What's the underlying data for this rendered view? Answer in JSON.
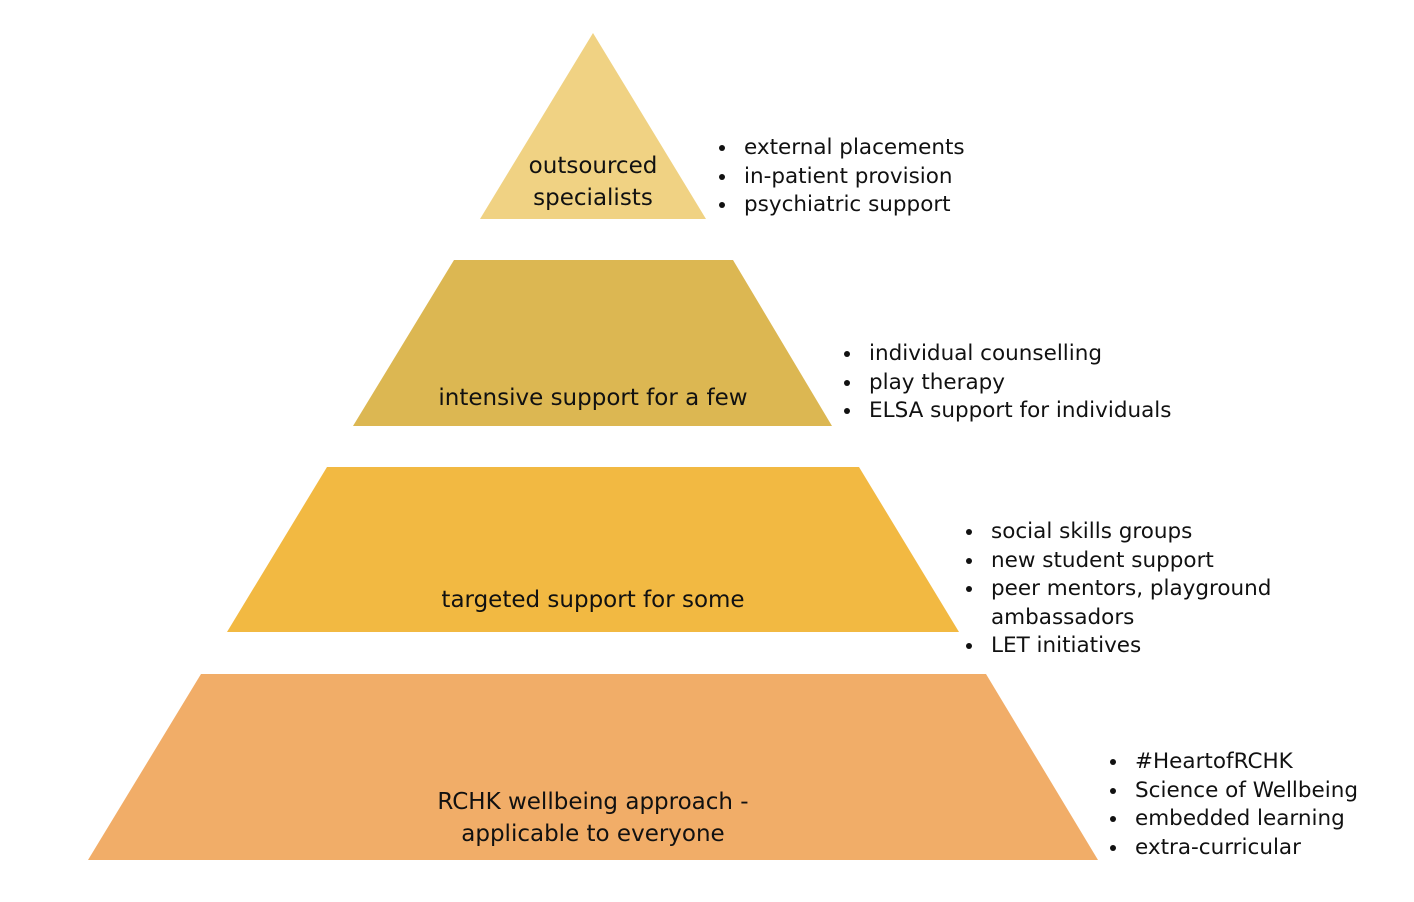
{
  "colors": {
    "tier1": "#F0D283",
    "tier2": "#DCB752",
    "tier3": "#F2B942",
    "tier4": "#F1AD68"
  },
  "tiers": [
    {
      "label_lines": [
        "outsourced",
        "specialists"
      ],
      "items": [
        "external placements",
        "in-patient provision",
        "psychiatric support"
      ]
    },
    {
      "label_lines": [
        "intensive support for a few"
      ],
      "items": [
        "individual counselling",
        "play therapy",
        "ELSA support for individuals"
      ]
    },
    {
      "label_lines": [
        "targeted support for some"
      ],
      "items": [
        "social skills groups",
        "new student support",
        "peer mentors, playground ambassadors",
        "LET initiatives"
      ]
    },
    {
      "label_lines": [
        "RCHK wellbeing approach -",
        "applicable to everyone"
      ],
      "items": [
        "#HeartofRCHK",
        "Science of Wellbeing",
        "embedded learning",
        "extra-curricular"
      ]
    }
  ]
}
